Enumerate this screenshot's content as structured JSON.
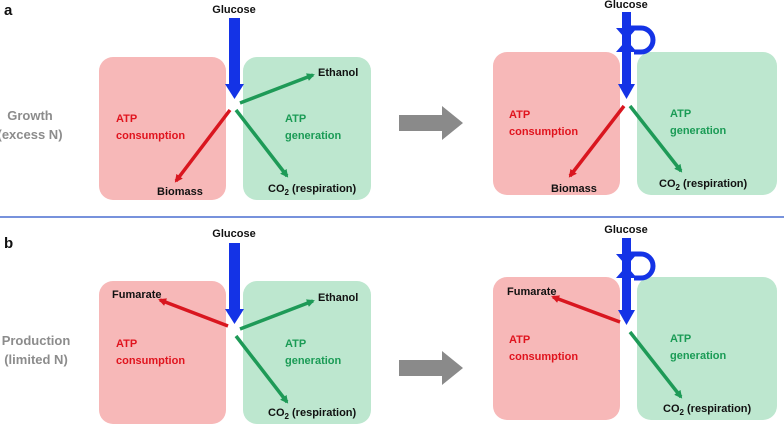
{
  "panels": [
    {
      "letter": "a",
      "condition": [
        "Growth",
        "(excess N)"
      ],
      "left": {
        "glucose": "Glucose",
        "consumption": [
          "ATP",
          "consumption"
        ],
        "generation": [
          "ATP",
          "generation"
        ],
        "product_top": "Ethanol",
        "product_bottom": "Biomass",
        "co2": "CO",
        "co2_sub": "2",
        "co2_tail": " (respiration)"
      },
      "right": {
        "glucose": "Glucose",
        "consumption": [
          "ATP",
          "consumption"
        ],
        "generation": [
          "ATP",
          "generation"
        ],
        "product_bottom": "Biomass",
        "co2": "CO",
        "co2_sub": "2",
        "co2_tail": " (respiration)"
      }
    },
    {
      "letter": "b",
      "condition": [
        "Production",
        "(limited N)"
      ],
      "left": {
        "glucose": "Glucose",
        "consumption": [
          "ATP",
          "consumption"
        ],
        "generation": [
          "ATP",
          "generation"
        ],
        "product_top": "Ethanol",
        "product_left": "Fumarate",
        "co2": "CO",
        "co2_sub": "2",
        "co2_tail": " (respiration)"
      },
      "right": {
        "glucose": "Glucose",
        "consumption": [
          "ATP",
          "consumption"
        ],
        "generation": [
          "ATP",
          "generation"
        ],
        "product_left": "Fumarate",
        "co2": "CO",
        "co2_sub": "2",
        "co2_tail": " (respiration)"
      }
    }
  ],
  "colors": {
    "consumption_box": "#f7b8b8",
    "generation_box": "#bde7cf",
    "glucose_arrow": "#1433e6",
    "consumption_arrow": "#d9161f",
    "generation_arrow": "#1e9a57",
    "transition_arrow": "#8a8a8a",
    "divider": "#4a6fd0",
    "consumption_text": "#e0141e",
    "generation_text": "#1a9b55",
    "condition_text": "#8c8c8c"
  }
}
